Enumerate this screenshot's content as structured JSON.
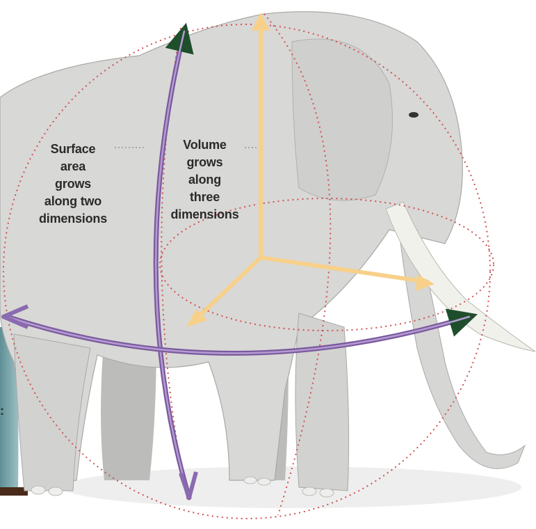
{
  "labels": {
    "surface_area": [
      "Surface",
      "area",
      "grows",
      "along two",
      "dimensions"
    ],
    "volume": [
      "Volume",
      "grows",
      "along",
      "three",
      "dimensions"
    ],
    "cropped_left_text": ":"
  },
  "colors": {
    "elephant_skin": "#d8d8d6",
    "elephant_shadow": "#bdbdbb",
    "surface_arrow_purple": "#7a5a9e",
    "surface_arrow_light": "#b59bd2",
    "arrow_head_green": "#1f4e2c",
    "volume_arrow": "#f7d08a",
    "dotted_sphere": "#d05050",
    "tusk": "#f1f1ec",
    "ground_shadow": "#e8e8e8",
    "left_figure": "#7fa9ae"
  },
  "icons": {
    "subject": "elephant-illustration"
  }
}
